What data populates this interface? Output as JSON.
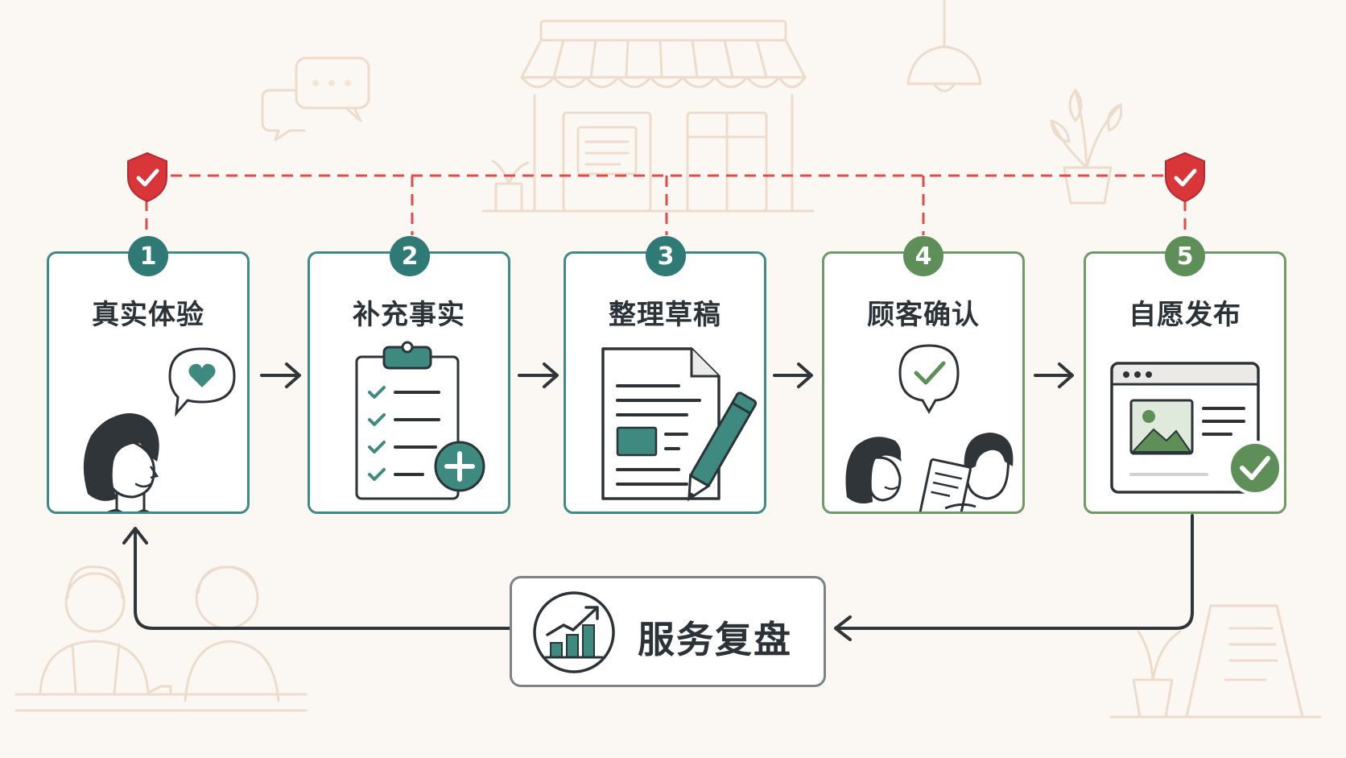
{
  "steps": [
    {
      "number": "1",
      "title": "真实体验",
      "icon": "person-heart-icon"
    },
    {
      "number": "2",
      "title": "补充事实",
      "icon": "checklist-add-icon"
    },
    {
      "number": "3",
      "title": "整理草稿",
      "icon": "document-pen-icon"
    },
    {
      "number": "4",
      "title": "顾客确认",
      "icon": "customer-confirm-icon"
    },
    {
      "number": "5",
      "title": "自愿发布",
      "icon": "publish-check-icon"
    }
  ],
  "review": {
    "label": "服务复盘",
    "icon": "growth-chart-icon"
  },
  "colors": {
    "teal": "#2f7a74",
    "green": "#5f8f58",
    "shield_red": "#d9363a",
    "dashed_line": "#e24a4a",
    "arrow": "#2f3539",
    "background": "#fbf8f3"
  }
}
